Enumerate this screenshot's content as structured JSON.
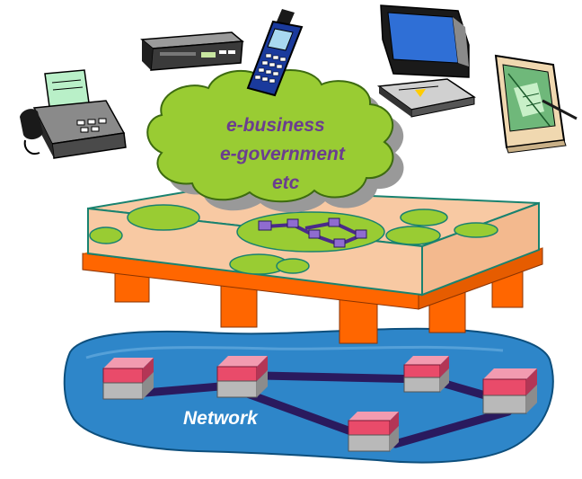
{
  "cloud": {
    "lines": [
      "e-business",
      "e-government",
      "etc"
    ]
  },
  "network": {
    "label": "Network"
  },
  "devices": [
    {
      "name": "fax-machine",
      "icon": "fax-icon"
    },
    {
      "name": "video-recorder",
      "icon": "vcr-icon"
    },
    {
      "name": "mobile-phone",
      "icon": "mobile-phone-icon"
    },
    {
      "name": "desktop-computer",
      "icon": "computer-icon"
    },
    {
      "name": "handheld-pda",
      "icon": "pda-icon"
    }
  ],
  "colors": {
    "cloud_fill": "#99cc33",
    "cloud_shadow": "#999999",
    "cloud_text": "#6b3d8f",
    "platform_top": "#f8c9a3",
    "platform_edge": "#19826f",
    "platform_base": "#ff6600",
    "ellipse_fill": "#99cc33",
    "network_water": "#2e86c9",
    "node_top": "#e94b6a",
    "node_side": "#b9b9b9",
    "link": "#2a1a5e"
  }
}
